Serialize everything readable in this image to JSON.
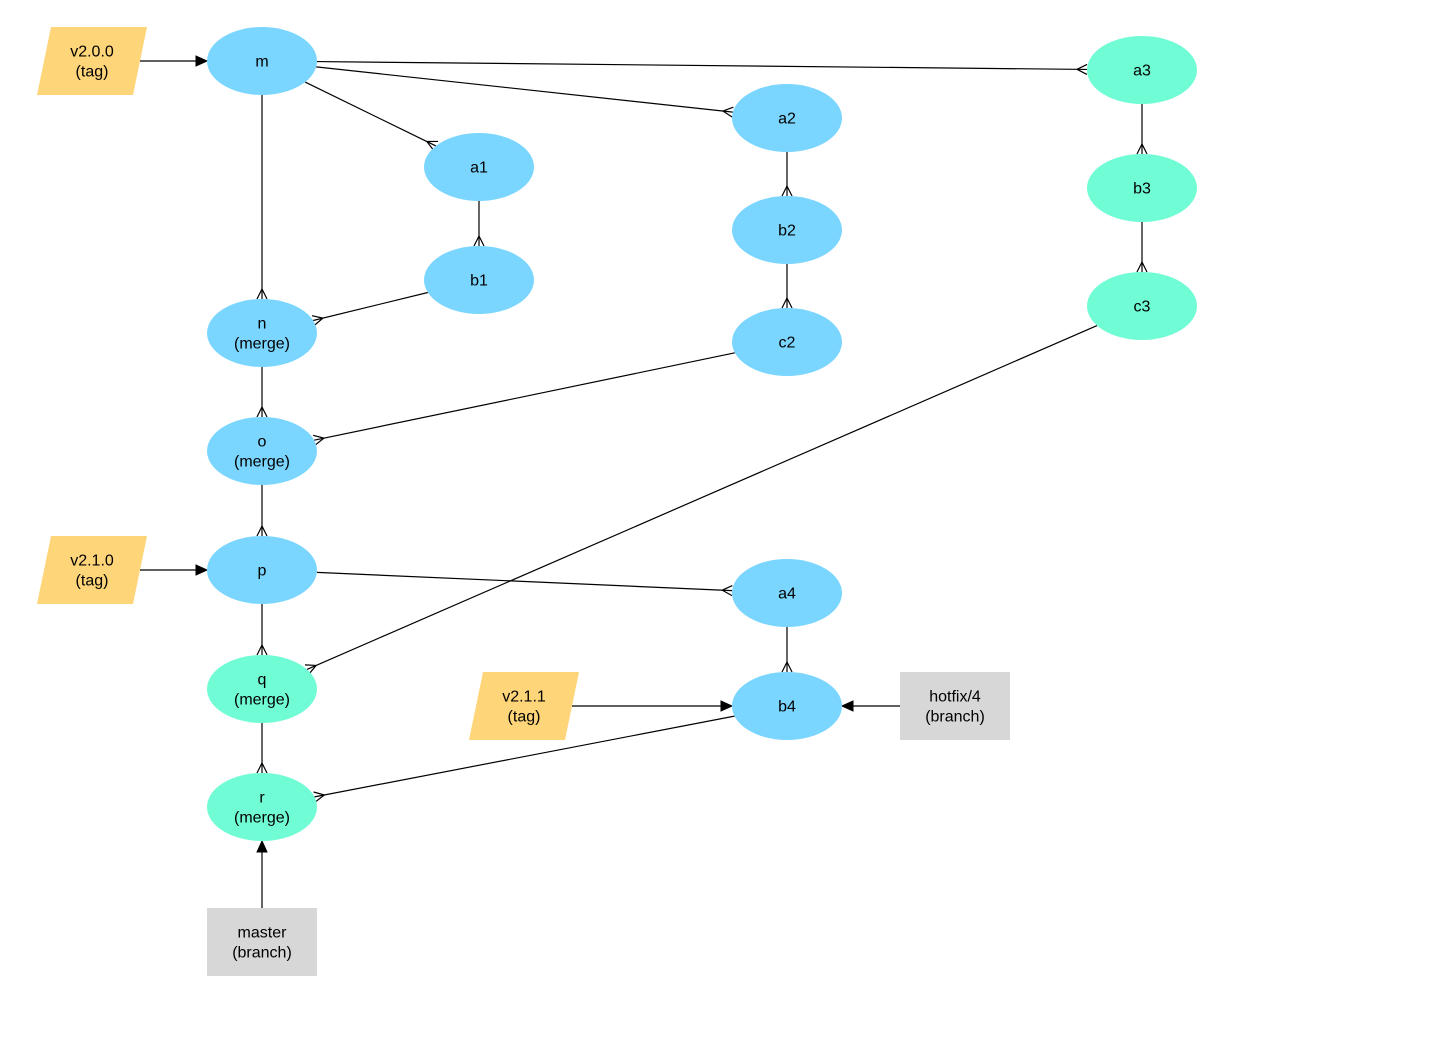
{
  "colors": {
    "commit_blue": "#7ad6ff",
    "commit_green": "#70fcd4",
    "tag": "#ffd57a",
    "branch": "#d7d7d7",
    "edge": "#000000"
  },
  "nodes": [
    {
      "id": "v200",
      "kind": "tag",
      "lines": [
        "v2.0.0",
        "(tag)"
      ]
    },
    {
      "id": "m",
      "kind": "commit",
      "color": "blue",
      "lines": [
        "m"
      ]
    },
    {
      "id": "a1",
      "kind": "commit",
      "color": "blue",
      "lines": [
        "a1"
      ]
    },
    {
      "id": "b1",
      "kind": "commit",
      "color": "blue",
      "lines": [
        "b1"
      ]
    },
    {
      "id": "a2",
      "kind": "commit",
      "color": "blue",
      "lines": [
        "a2"
      ]
    },
    {
      "id": "b2",
      "kind": "commit",
      "color": "blue",
      "lines": [
        "b2"
      ]
    },
    {
      "id": "c2",
      "kind": "commit",
      "color": "blue",
      "lines": [
        "c2"
      ]
    },
    {
      "id": "a3",
      "kind": "commit",
      "color": "green",
      "lines": [
        "a3"
      ]
    },
    {
      "id": "b3",
      "kind": "commit",
      "color": "green",
      "lines": [
        "b3"
      ]
    },
    {
      "id": "c3",
      "kind": "commit",
      "color": "green",
      "lines": [
        "c3"
      ]
    },
    {
      "id": "n",
      "kind": "commit",
      "color": "blue",
      "lines": [
        "n",
        "(merge)"
      ]
    },
    {
      "id": "o",
      "kind": "commit",
      "color": "blue",
      "lines": [
        "o",
        "(merge)"
      ]
    },
    {
      "id": "v210",
      "kind": "tag",
      "lines": [
        "v2.1.0",
        "(tag)"
      ]
    },
    {
      "id": "p",
      "kind": "commit",
      "color": "blue",
      "lines": [
        "p"
      ]
    },
    {
      "id": "a4",
      "kind": "commit",
      "color": "blue",
      "lines": [
        "a4"
      ]
    },
    {
      "id": "q",
      "kind": "commit",
      "color": "green",
      "lines": [
        "q",
        "(merge)"
      ]
    },
    {
      "id": "v211",
      "kind": "tag",
      "lines": [
        "v2.1.1",
        "(tag)"
      ]
    },
    {
      "id": "b4",
      "kind": "commit",
      "color": "blue",
      "lines": [
        "b4"
      ]
    },
    {
      "id": "hotfix4",
      "kind": "branch",
      "lines": [
        "hotfix/4",
        "(branch)"
      ]
    },
    {
      "id": "r",
      "kind": "commit",
      "color": "green",
      "lines": [
        "r",
        "(merge)"
      ]
    },
    {
      "id": "master",
      "kind": "branch",
      "lines": [
        "master",
        "(branch)"
      ]
    }
  ],
  "edges": [
    {
      "from": "v200",
      "to": "m",
      "style": "arrow"
    },
    {
      "from": "m",
      "to": "a3",
      "style": "crow"
    },
    {
      "from": "m",
      "to": "a2",
      "style": "crow"
    },
    {
      "from": "m",
      "to": "a1",
      "style": "crow"
    },
    {
      "from": "m",
      "to": "n",
      "style": "crow"
    },
    {
      "from": "a1",
      "to": "b1",
      "style": "crow"
    },
    {
      "from": "a2",
      "to": "b2",
      "style": "crow"
    },
    {
      "from": "b2",
      "to": "c2",
      "style": "crow"
    },
    {
      "from": "a3",
      "to": "b3",
      "style": "crow"
    },
    {
      "from": "b3",
      "to": "c3",
      "style": "crow"
    },
    {
      "from": "b1",
      "to": "n",
      "style": "crow"
    },
    {
      "from": "n",
      "to": "o",
      "style": "crow"
    },
    {
      "from": "c2",
      "to": "o",
      "style": "crow"
    },
    {
      "from": "o",
      "to": "p",
      "style": "crow"
    },
    {
      "from": "v210",
      "to": "p",
      "style": "arrow"
    },
    {
      "from": "p",
      "to": "a4",
      "style": "crow"
    },
    {
      "from": "p",
      "to": "q",
      "style": "crow"
    },
    {
      "from": "c3",
      "to": "q",
      "style": "crow"
    },
    {
      "from": "a4",
      "to": "b4",
      "style": "crow"
    },
    {
      "from": "v211",
      "to": "b4",
      "style": "arrow"
    },
    {
      "from": "hotfix4",
      "to": "b4",
      "style": "arrow"
    },
    {
      "from": "q",
      "to": "r",
      "style": "crow"
    },
    {
      "from": "b4",
      "to": "r",
      "style": "crow"
    },
    {
      "from": "master",
      "to": "r",
      "style": "arrow"
    }
  ]
}
